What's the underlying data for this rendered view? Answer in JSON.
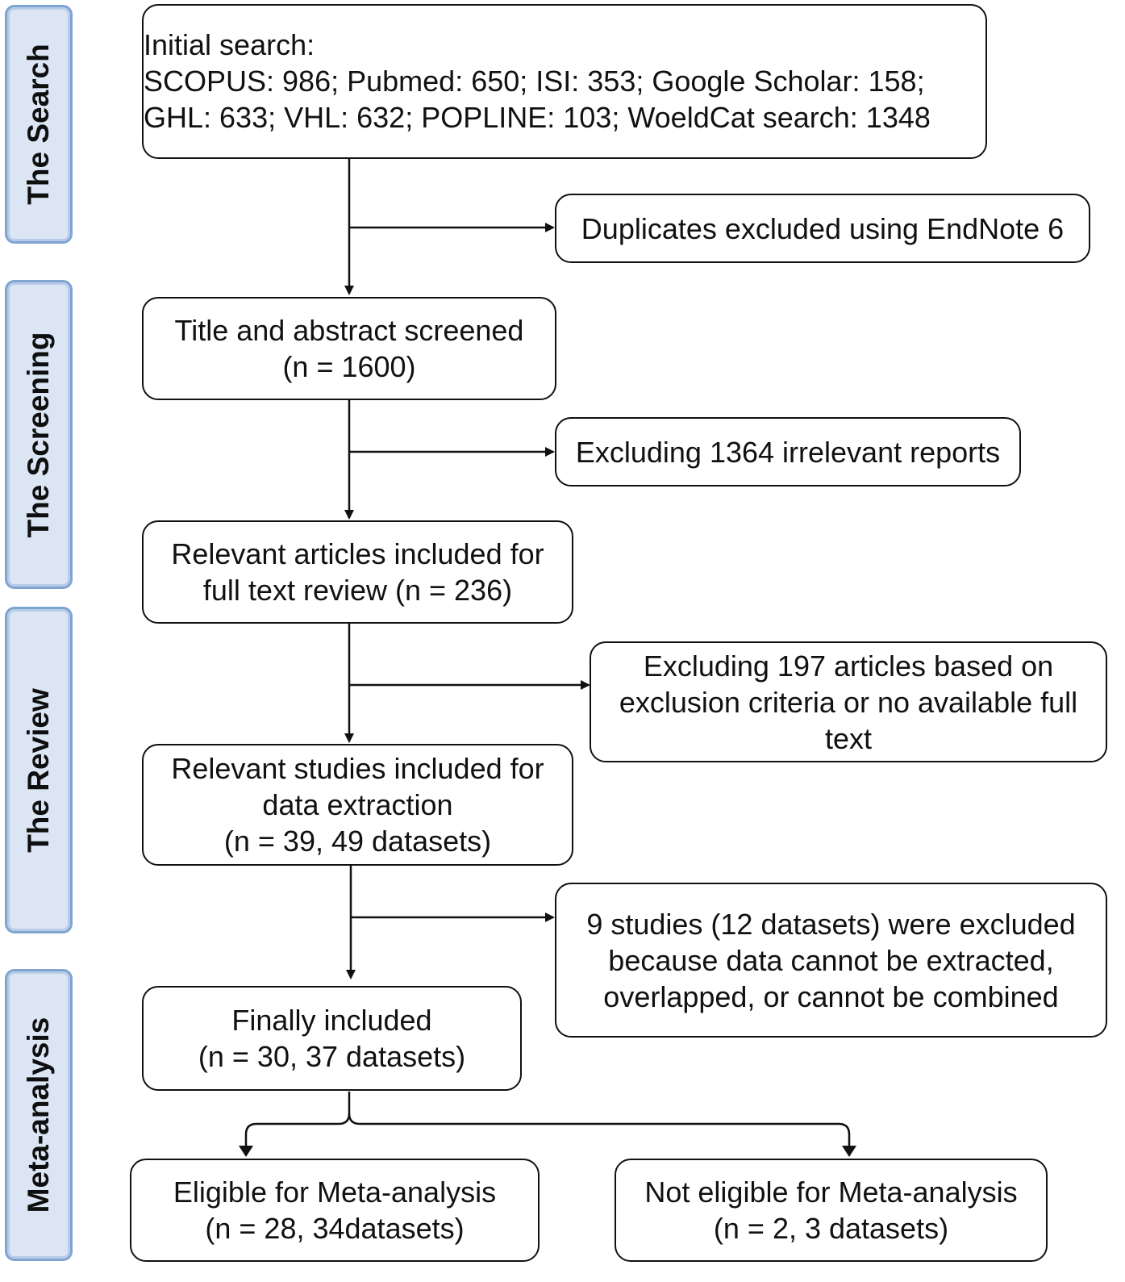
{
  "stages": {
    "search": "The Search",
    "screening": "The Screening",
    "review": "The Review",
    "meta": "Meta-analysis"
  },
  "boxes": {
    "initial_search": {
      "line1": "Initial search:",
      "line2": "SCOPUS: 986; Pubmed: 650; ISI: 353; Google Scholar: 158;",
      "line3": "GHL: 633; VHL: 632; POPLINE: 103; WoeldCat search: 1348"
    },
    "duplicates": {
      "line1": "Duplicates excluded using EndNote 6"
    },
    "title_abstract": {
      "line1": "Title and abstract screened",
      "line2": "(n = 1600)"
    },
    "excluding_irrelevant": {
      "line1": "Excluding 1364 irrelevant reports"
    },
    "full_text": {
      "line1": "Relevant articles included for",
      "line2": "full text review (n = 236)"
    },
    "excluding_197": {
      "line1": "Excluding 197 articles based on",
      "line2": "exclusion criteria or no available full",
      "line3": "text"
    },
    "data_extraction": {
      "line1": "Relevant studies included for",
      "line2": "data extraction",
      "line3": "(n = 39, 49 datasets)"
    },
    "nine_studies": {
      "line1": "9 studies (12 datasets) were excluded",
      "line2": "because data cannot be extracted,",
      "line3": "overlapped, or cannot be combined"
    },
    "finally_included": {
      "line1": "Finally included",
      "line2": "(n = 30, 37 datasets)"
    },
    "eligible": {
      "line1": "Eligible for Meta-analysis",
      "line2": "(n = 28, 34datasets)"
    },
    "not_eligible": {
      "line1": "Not eligible for Meta-analysis",
      "line2": "(n = 2, 3 datasets)"
    }
  }
}
